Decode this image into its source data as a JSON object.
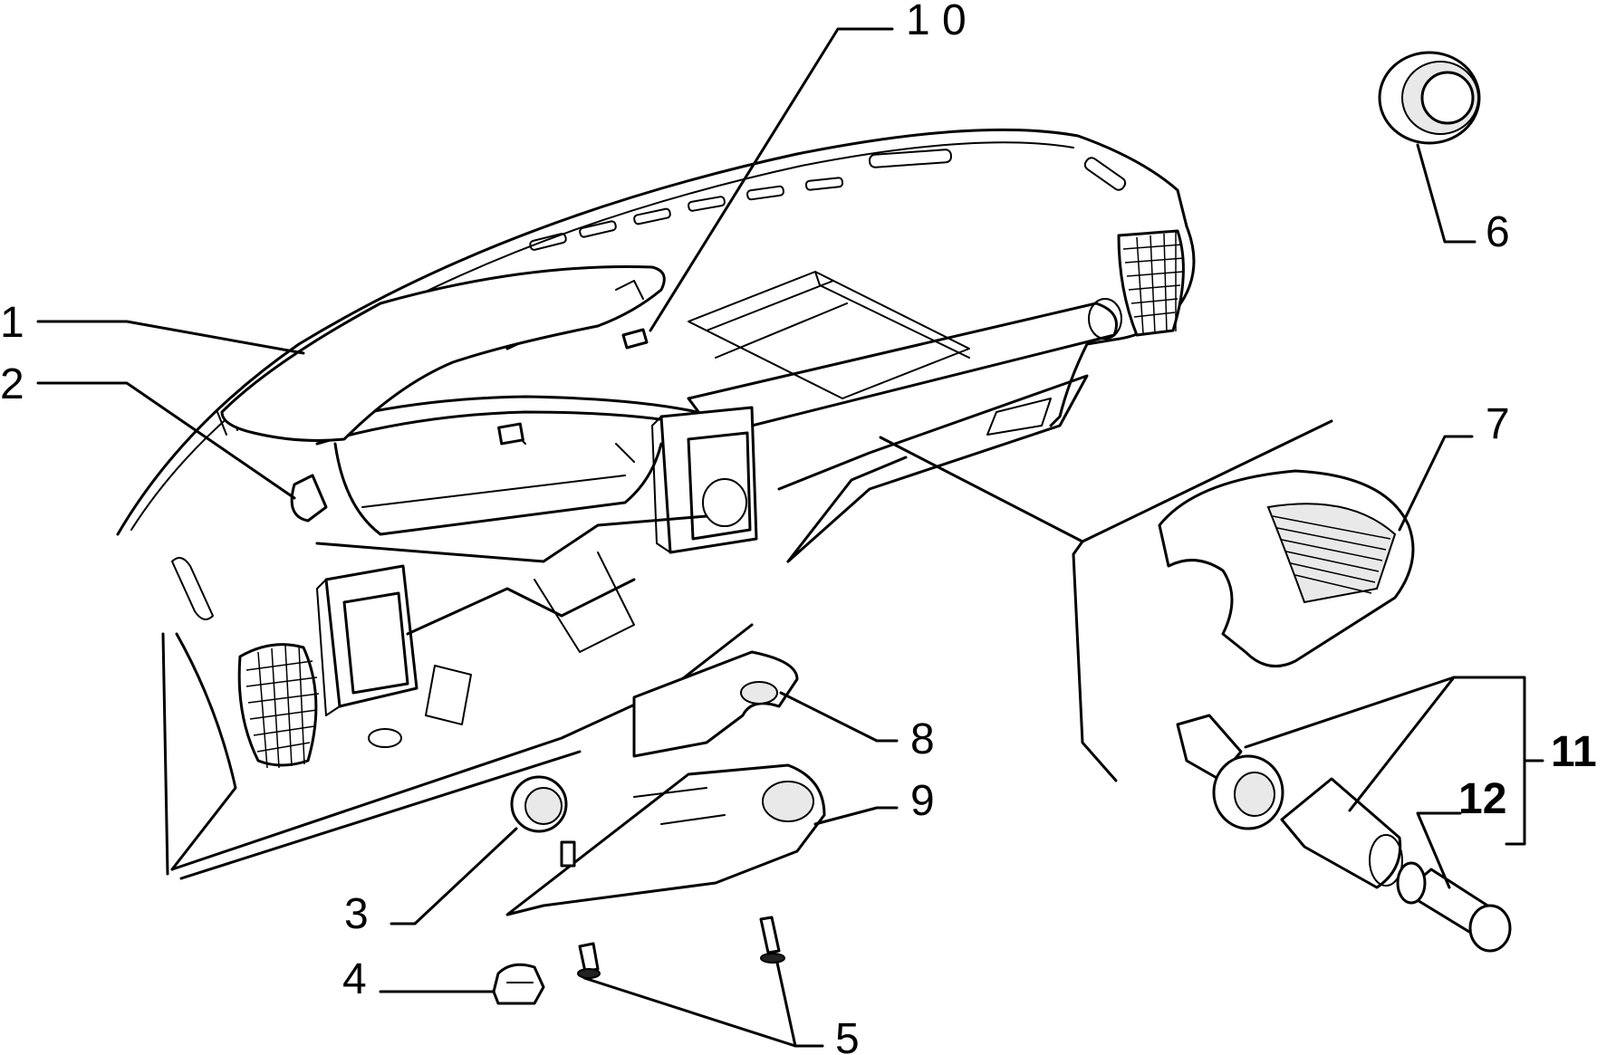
{
  "callouts": [
    {
      "id": "1",
      "label": "1"
    },
    {
      "id": "2",
      "label": "2"
    },
    {
      "id": "3",
      "label": "3"
    },
    {
      "id": "4",
      "label": "4"
    },
    {
      "id": "5",
      "label": "5"
    },
    {
      "id": "6",
      "label": "6"
    },
    {
      "id": "7",
      "label": "7"
    },
    {
      "id": "8",
      "label": "8"
    },
    {
      "id": "9",
      "label": "9"
    },
    {
      "id": "10",
      "label": "1 0"
    },
    {
      "id": "11",
      "label": "11"
    },
    {
      "id": "12",
      "label": "12"
    }
  ]
}
